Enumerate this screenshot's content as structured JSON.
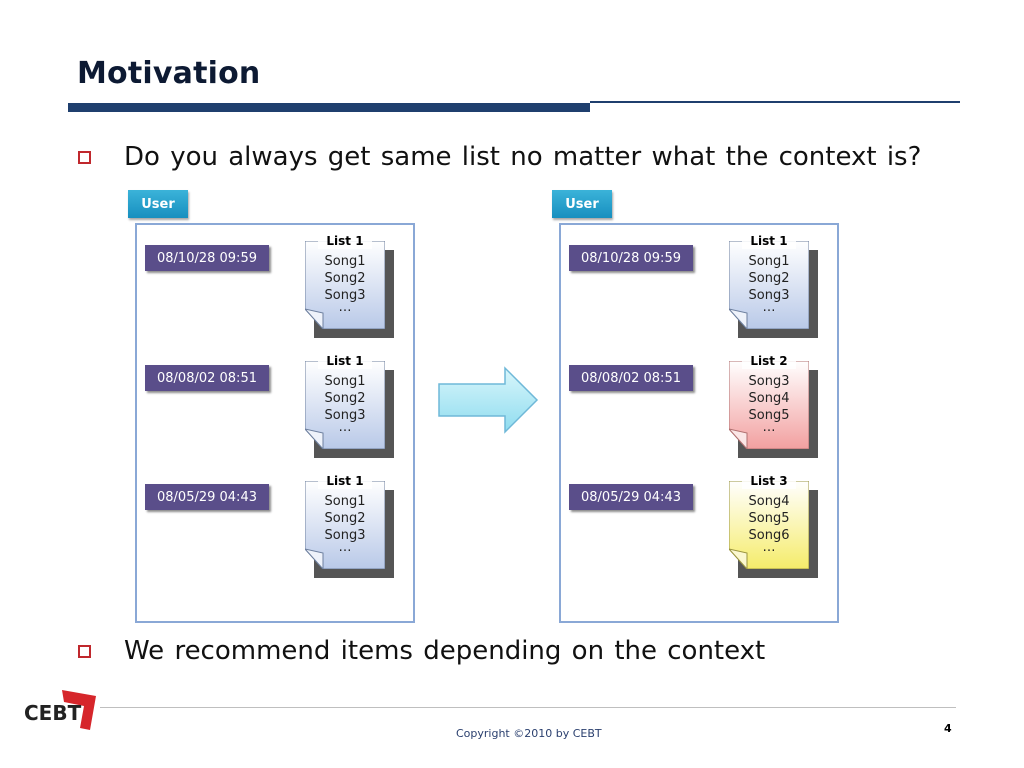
{
  "slide": {
    "title": "Motivation",
    "bullets": [
      "Do you always get same list no matter what the context is?",
      "We recommend items depending on the context"
    ],
    "footer": {
      "copyright": "Copyright ©2010 by CEBT",
      "page_number": "4",
      "logo_text": "CEBT"
    }
  },
  "diagram": {
    "left": {
      "user_label": "User",
      "rows": [
        {
          "timestamp": "08/10/28 09:59",
          "list": "List 1",
          "songs": [
            "Song1",
            "Song2",
            "Song3",
            "…"
          ],
          "color": "#b9c9e8"
        },
        {
          "timestamp": "08/08/02 08:51",
          "list": "List 1",
          "songs": [
            "Song1",
            "Song2",
            "Song3",
            "…"
          ],
          "color": "#b9c9e8"
        },
        {
          "timestamp": "08/05/29 04:43",
          "list": "List 1",
          "songs": [
            "Song1",
            "Song2",
            "Song3",
            "…"
          ],
          "color": "#b9c9e8"
        }
      ]
    },
    "right": {
      "user_label": "User",
      "rows": [
        {
          "timestamp": "08/10/28 09:59",
          "list": "List 1",
          "songs": [
            "Song1",
            "Song2",
            "Song3",
            "…"
          ],
          "color": "#b9c9e8"
        },
        {
          "timestamp": "08/08/02 08:51",
          "list": "List 2",
          "songs": [
            "Song3",
            "Song4",
            "Song5",
            "…"
          ],
          "color": "#f2a0a0"
        },
        {
          "timestamp": "08/05/29 04:43",
          "list": "List 3",
          "songs": [
            "Song4",
            "Song5",
            "Song6",
            "…"
          ],
          "color": "#f5ec6a"
        }
      ]
    }
  }
}
